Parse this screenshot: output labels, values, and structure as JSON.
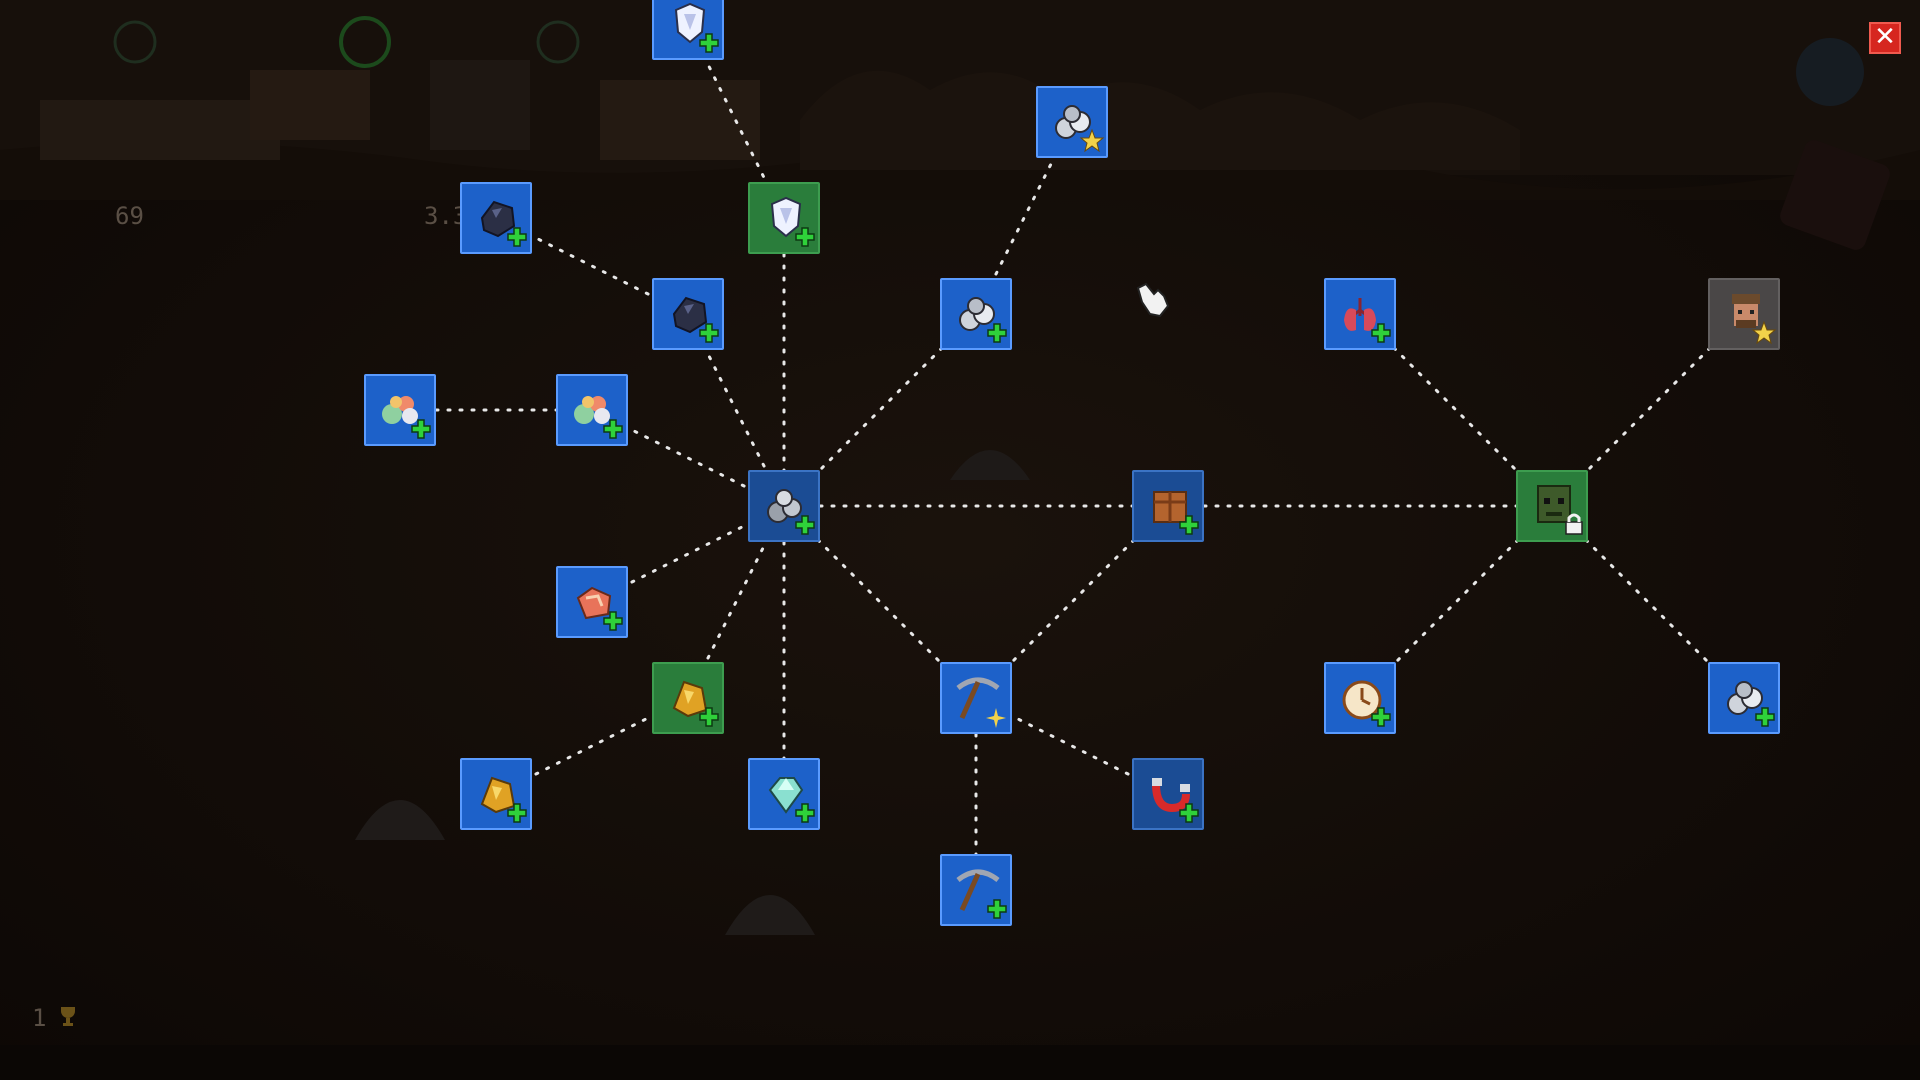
{
  "hud": {
    "resource_count": "69",
    "rate_prefix": "3.3",
    "trophies": "1"
  },
  "colors": {
    "node_blue": "#1d61c9",
    "node_green": "#2a7d3b",
    "node_grey": "#4a4747",
    "close_red": "#d6261f",
    "plus_green": "#2fd13a"
  },
  "skill_nodes": [
    {
      "id": "n-crystal-top",
      "icon": "white-crystal-icon",
      "badge": "plus",
      "variant": "blue"
    },
    {
      "id": "n-silver-ore-star",
      "icon": "silver-ore-icon",
      "badge": "star",
      "variant": "blue"
    },
    {
      "id": "n-crystal-green",
      "icon": "white-crystal-icon",
      "badge": "plus",
      "variant": "green"
    },
    {
      "id": "n-coal-left",
      "icon": "coal-icon",
      "badge": "plus",
      "variant": "blue"
    },
    {
      "id": "n-coal",
      "icon": "coal-icon",
      "badge": "plus",
      "variant": "blue"
    },
    {
      "id": "n-silver-ore",
      "icon": "silver-ore-icon",
      "badge": "plus",
      "variant": "blue"
    },
    {
      "id": "n-lungs",
      "icon": "lungs-icon",
      "badge": "plus",
      "variant": "blue"
    },
    {
      "id": "n-miner-locked",
      "icon": "miner-portrait-icon",
      "badge": "star",
      "variant": "grey"
    },
    {
      "id": "n-flower-ore-far",
      "icon": "flower-ore-icon",
      "badge": "plus",
      "variant": "blue"
    },
    {
      "id": "n-flower-ore",
      "icon": "flower-ore-icon",
      "badge": "plus",
      "variant": "blue"
    },
    {
      "id": "n-center-ore",
      "icon": "stone-ore-icon",
      "badge": "plus",
      "variant": "blue-dark"
    },
    {
      "id": "n-crate",
      "icon": "crate-icon",
      "badge": "plus",
      "variant": "blue-dark"
    },
    {
      "id": "n-zombie-locked",
      "icon": "zombie-head-icon",
      "badge": "lock",
      "variant": "green"
    },
    {
      "id": "n-copper",
      "icon": "copper-ore-icon",
      "badge": "plus",
      "variant": "blue"
    },
    {
      "id": "n-gold-green",
      "icon": "gold-nugget-icon",
      "badge": "plus",
      "variant": "green"
    },
    {
      "id": "n-pickaxe-star",
      "icon": "pickaxe-icon",
      "badge": "sparkle",
      "variant": "blue"
    },
    {
      "id": "n-clock",
      "icon": "clock-icon",
      "badge": "plus",
      "variant": "blue"
    },
    {
      "id": "n-silver-ore-right",
      "icon": "silver-ore-icon",
      "badge": "plus",
      "variant": "blue"
    },
    {
      "id": "n-gold",
      "icon": "gold-nugget-icon",
      "badge": "plus",
      "variant": "blue"
    },
    {
      "id": "n-diamond",
      "icon": "diamond-icon",
      "badge": "plus",
      "variant": "blue"
    },
    {
      "id": "n-magnet",
      "icon": "magnet-icon",
      "badge": "plus",
      "variant": "blue-dark"
    },
    {
      "id": "n-pickaxe",
      "icon": "pickaxe-icon",
      "badge": "plus",
      "variant": "blue"
    }
  ],
  "buttons": {
    "close_label": "✕"
  }
}
